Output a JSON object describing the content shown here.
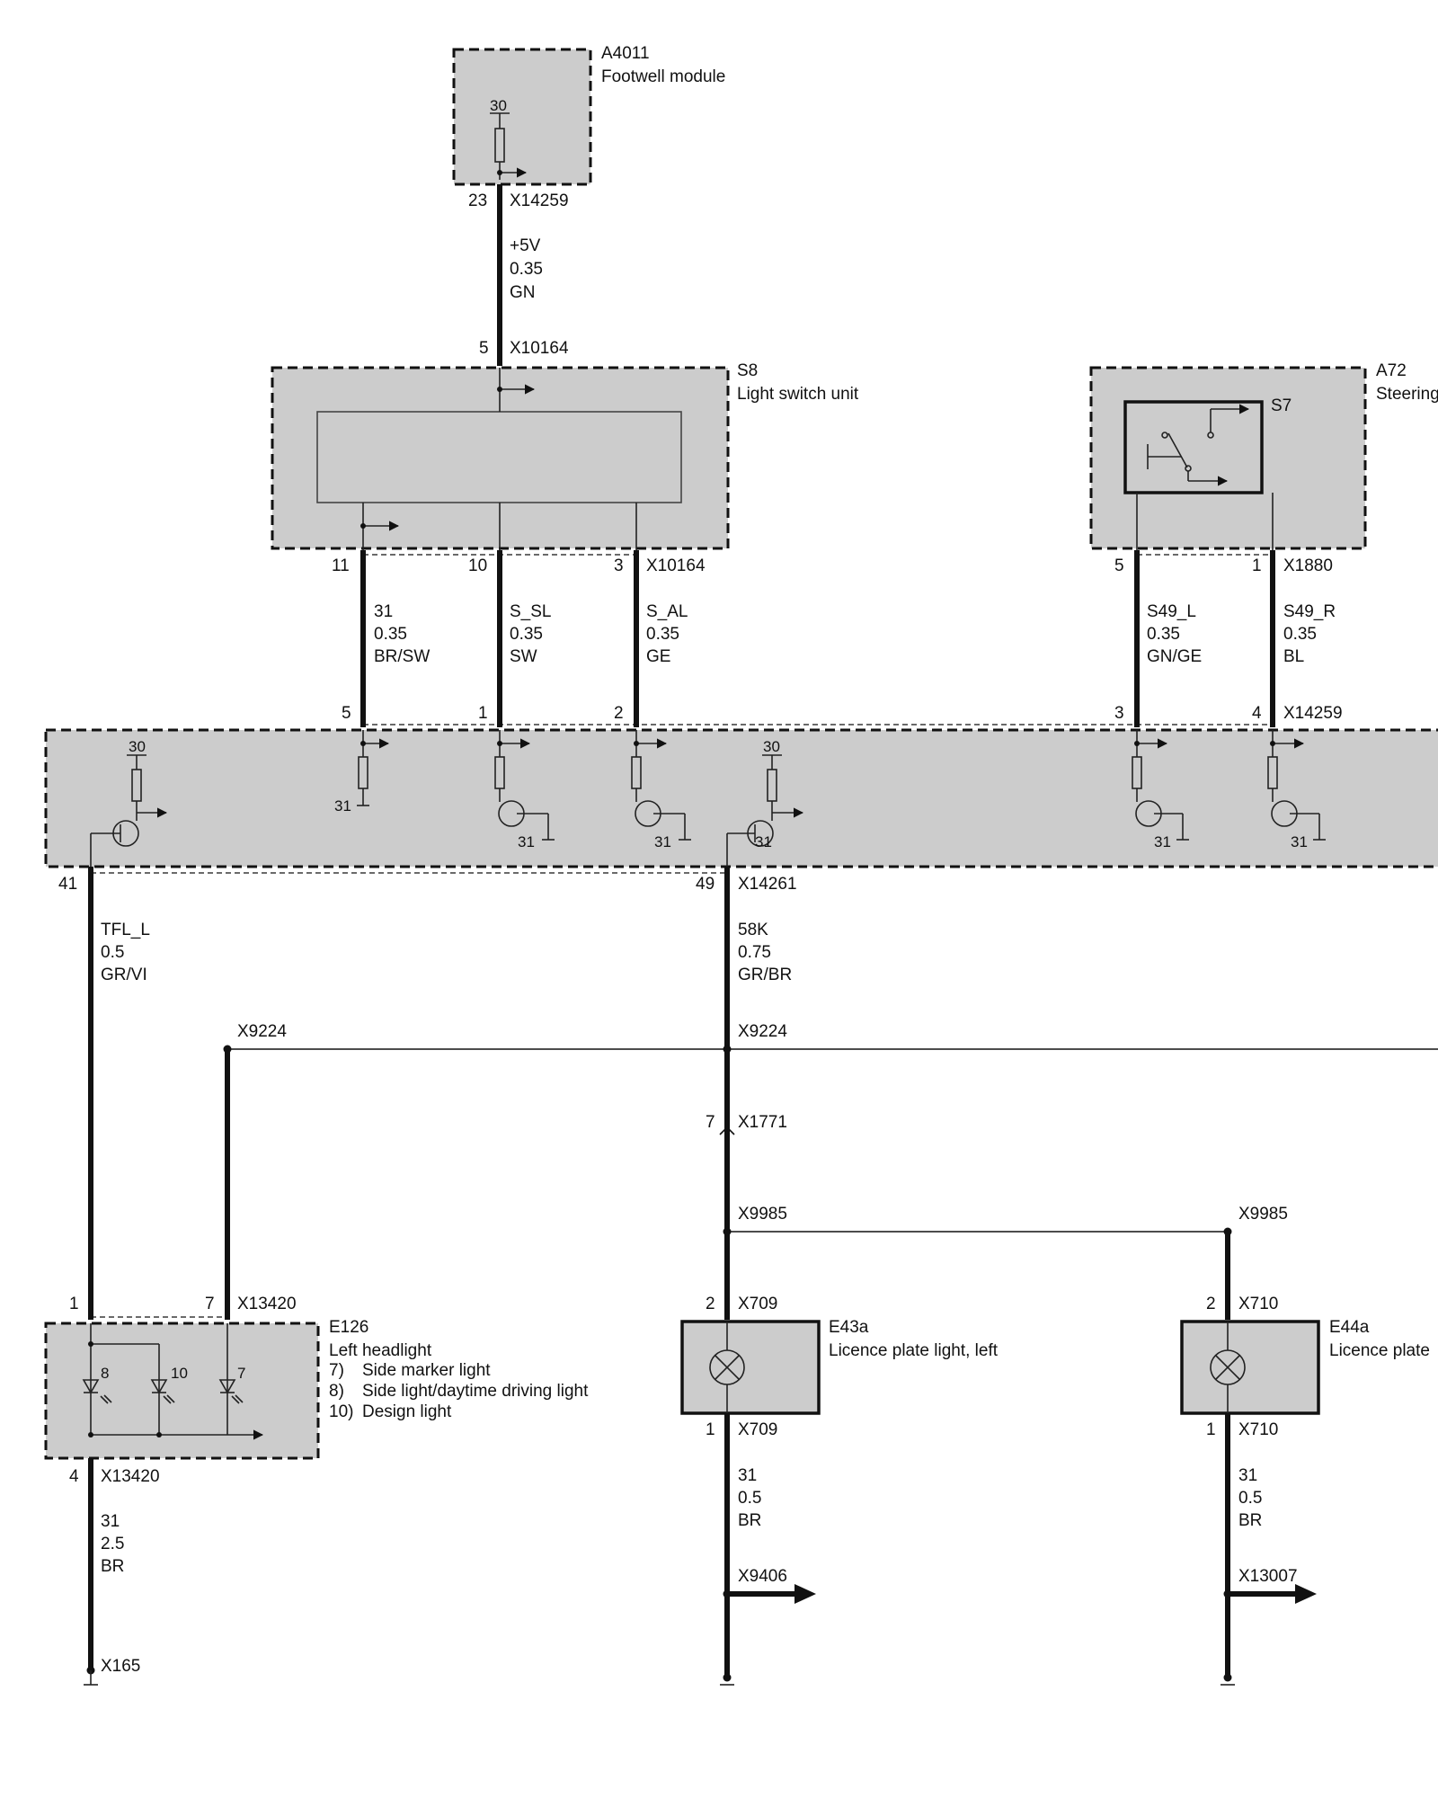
{
  "modules": {
    "a4011": {
      "id": "A4011",
      "name": "Footwell module",
      "supply": "30",
      "pin": "23",
      "connector": "X14259"
    },
    "s8": {
      "id": "S8",
      "name": "Light switch unit",
      "top_pin": "5",
      "top_connector": "X10164",
      "pins": [
        "11",
        "10",
        "3"
      ],
      "connector": "X10164"
    },
    "a72": {
      "id": "A72",
      "name": "Steering",
      "switch": "S7",
      "pins": [
        "5",
        "1"
      ],
      "connector": "X1880"
    },
    "fwm_lower": {
      "top_pins": [
        "5",
        "1",
        "2",
        "3",
        "4"
      ],
      "top_connector": "X14259",
      "supply_left": "30",
      "supply_right": "30",
      "ground": "31",
      "bottom_pins": [
        "41",
        "49"
      ],
      "bottom_connector": "X14261"
    },
    "e126": {
      "id": "E126",
      "name": "Left headlight",
      "legend": [
        {
          "num": "7)",
          "text": "Side marker light"
        },
        {
          "num": "8)",
          "text": "Side light/daytime driving light"
        },
        {
          "num": "10)",
          "text": "Design light"
        }
      ],
      "led_labels": [
        "8",
        "10",
        "7"
      ],
      "top_pins": [
        "1",
        "7"
      ],
      "top_connector": "X13420",
      "bottom_pin": "4",
      "bottom_connector": "X13420"
    },
    "e43a": {
      "id": "E43a",
      "name": "Licence plate light, left",
      "top_pin": "2",
      "top_connector": "X709",
      "bottom_pin": "1",
      "bottom_connector": "X709"
    },
    "e44a": {
      "id": "E44a",
      "name": "Licence plate",
      "top_pin": "2",
      "top_connector": "X710",
      "bottom_pin": "1",
      "bottom_connector": "X710"
    }
  },
  "wires": {
    "w_5v": {
      "signal": "+5V",
      "gauge": "0.35",
      "color": "GN"
    },
    "w_31": {
      "signal": "31",
      "gauge": "0.35",
      "color": "BR/SW"
    },
    "w_ssl": {
      "signal": "S_SL",
      "gauge": "0.35",
      "color": "SW"
    },
    "w_sal": {
      "signal": "S_AL",
      "gauge": "0.35",
      "color": "GE"
    },
    "w_s49l": {
      "signal": "S49_L",
      "gauge": "0.35",
      "color": "GN/GE"
    },
    "w_s49r": {
      "signal": "S49_R",
      "gauge": "0.35",
      "color": "BL"
    },
    "w_tfl": {
      "signal": "TFL_L",
      "gauge": "0.5",
      "color": "GR/VI"
    },
    "w_58k": {
      "signal": "58K",
      "gauge": "0.75",
      "color": "GR/BR"
    },
    "w_gnd_left": {
      "signal": "31",
      "gauge": "2.5",
      "color": "BR"
    },
    "w_gnd_mid": {
      "signal": "31",
      "gauge": "0.5",
      "color": "BR"
    },
    "w_gnd_right": {
      "signal": "31",
      "gauge": "0.5",
      "color": "BR"
    }
  },
  "nodes": {
    "x9224_left": "X9224",
    "x9224_mid": "X9224",
    "x1771": {
      "pin": "7",
      "connector": "X1771"
    },
    "x9985_left": "X9985",
    "x9985_right": "X9985",
    "x9406": "X9406",
    "x13007": "X13007",
    "x165": "X165"
  }
}
